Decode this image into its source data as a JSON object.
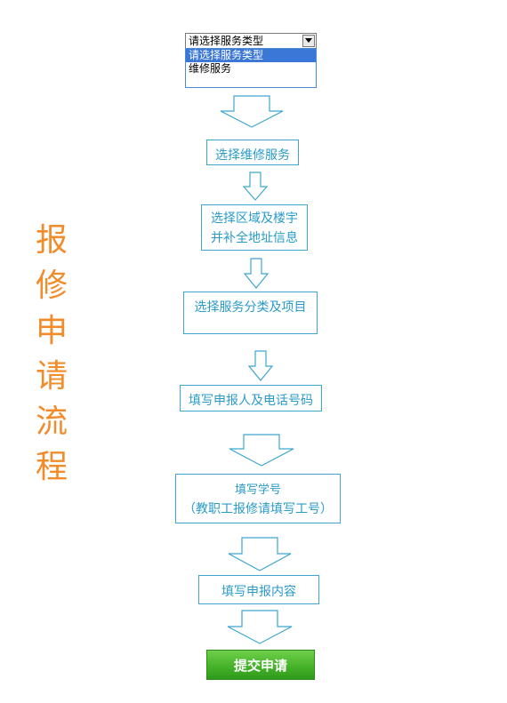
{
  "title_chars": [
    "报",
    "修",
    "申",
    "请",
    "流",
    "程"
  ],
  "select": {
    "value": "请选择服务类型",
    "options": [
      "请选择服务类型",
      "维修服务"
    ]
  },
  "steps": [
    {
      "lines": [
        "选择维修服务"
      ]
    },
    {
      "lines": [
        "选择区域及楼宇",
        "并补全地址信息"
      ]
    },
    {
      "lines": [
        "选择服务分类及项目"
      ]
    },
    {
      "lines": [
        "填写申报人及电话号码"
      ]
    },
    {
      "lines": [
        "填写学号",
        "（教职工报修请填写工号）"
      ]
    },
    {
      "lines": [
        "填写申报内容"
      ]
    }
  ],
  "submit_label": "提交申请",
  "colors": {
    "title": "#f28b2a",
    "box_border": "#3fa6cf",
    "box_text": "#2a9bc7",
    "submit_bg": "#46b32a"
  }
}
